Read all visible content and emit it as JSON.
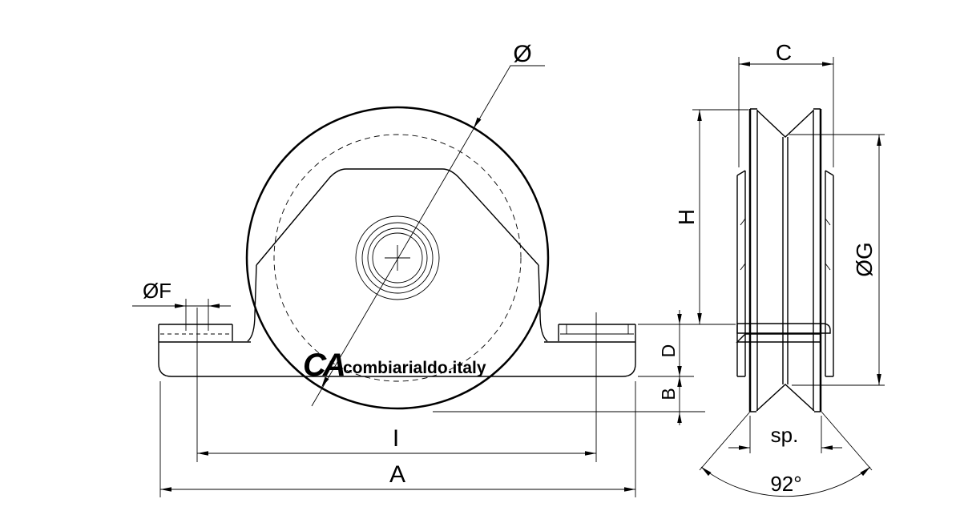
{
  "drawing": {
    "logo": {
      "monogram": "CA",
      "brand": "combiarialdo.italy"
    },
    "labels": {
      "wheel_diameter": "Ø",
      "flange_hole_diameter": "ØF",
      "wheel_width": "C",
      "height": "H",
      "groove_diameter": "ØG",
      "plate_height": "D",
      "wheel_protrusion": "B",
      "hole_spacing": "I",
      "overall_length": "A",
      "thickness": "sp.",
      "groove_angle": "92°"
    },
    "colors": {
      "line": "#000000",
      "background": "#ffffff"
    }
  }
}
